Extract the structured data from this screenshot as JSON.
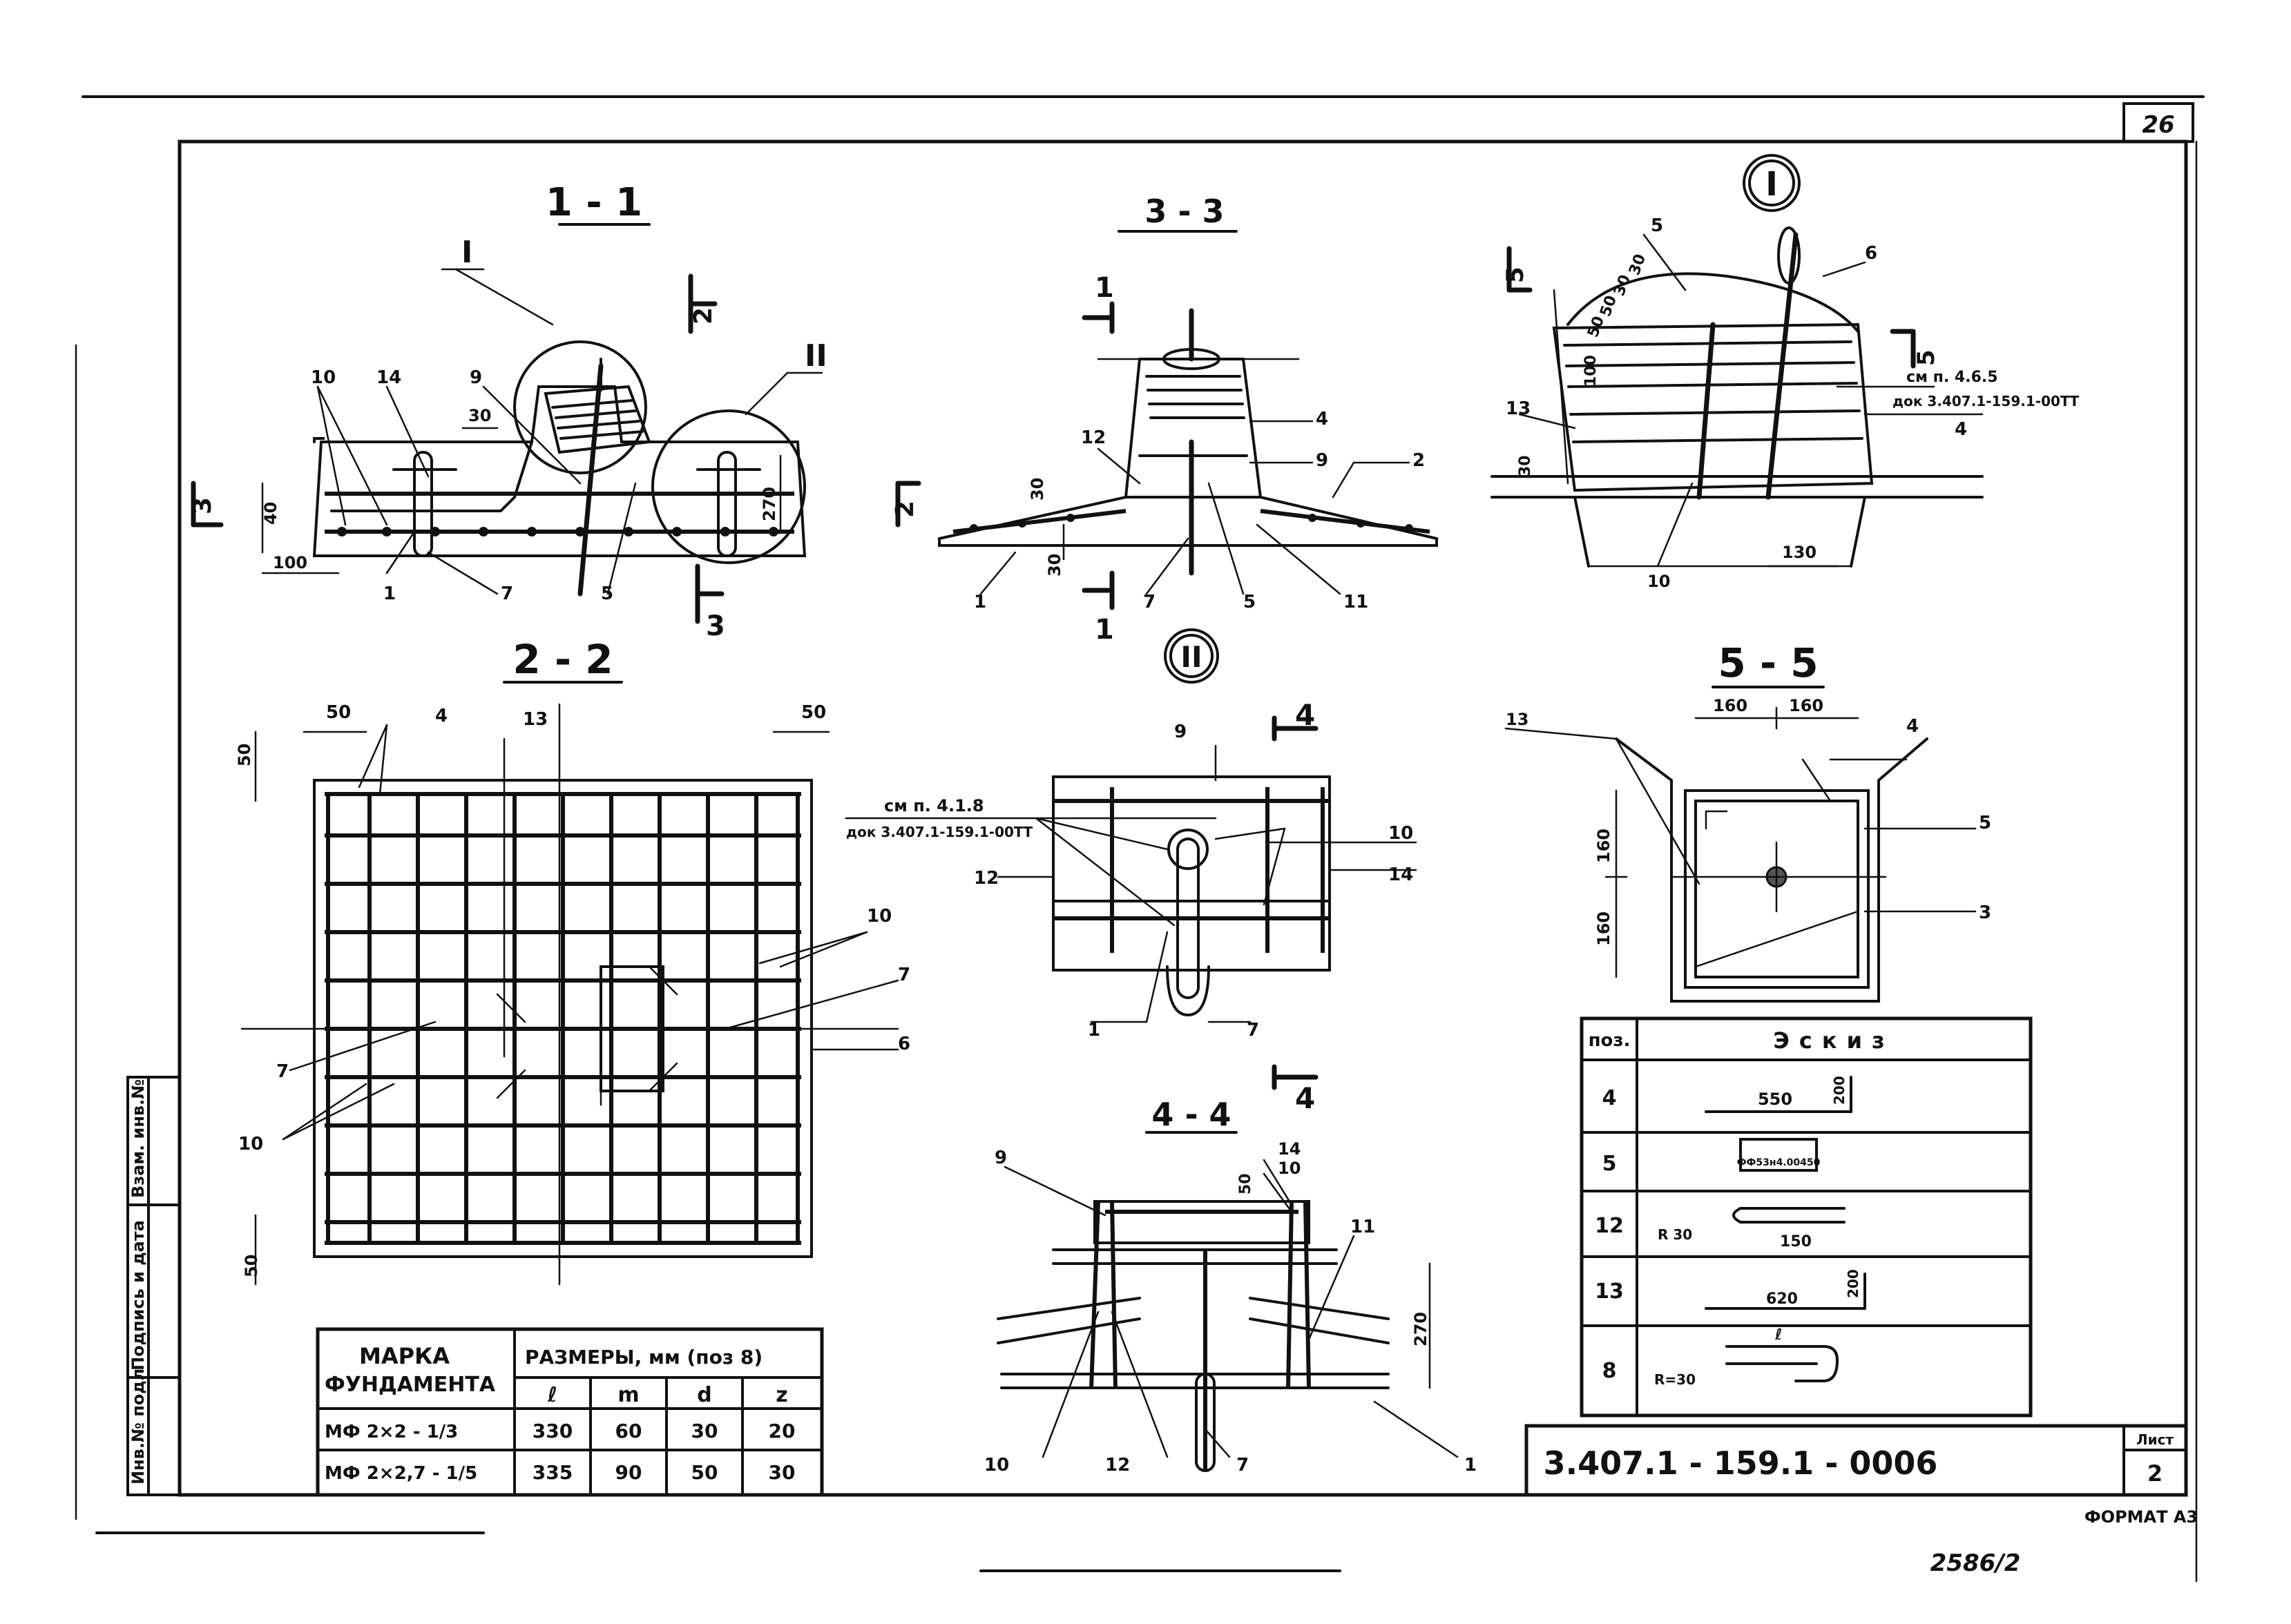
{
  "sheet": {
    "page_number": "26",
    "designation": "3.407.1 - 159.1 - 0006",
    "sheet_label": "Лист",
    "sheet_number": "2",
    "format": "ФОРМАТ А3",
    "inventory_note": "2586/2"
  },
  "side_stamp": [
    "Инв.№ подл",
    "Подпись и дата",
    "Взам. инв.№"
  ],
  "sections": {
    "s11": {
      "title": "1 - 1"
    },
    "s33": {
      "title": "3 - 3"
    },
    "s22": {
      "title": "2 - 2"
    },
    "s55": {
      "title": "5 - 5"
    },
    "s44": {
      "title": "4 - 4"
    },
    "node1": {
      "title": "I"
    },
    "node2": {
      "title": "II"
    }
  },
  "s11_labels": {
    "I": "I",
    "II": "II",
    "l10": "10",
    "l14": "14",
    "l9": "9",
    "d30": "30",
    "d270": "270",
    "d40": "40",
    "d100": "100",
    "l1": "1",
    "l7": "7",
    "l5": "5",
    "c2": "2",
    "c3": "3",
    "c3b": "3"
  },
  "s33_labels": {
    "c1": "1",
    "c1b": "1",
    "c2": "2",
    "l4": "4",
    "l9": "9",
    "l12": "12",
    "l2": "2",
    "d30": "30",
    "d30b": "30",
    "l1": "1",
    "l7": "7",
    "l5": "5",
    "l11": "11"
  },
  "node1_labels": {
    "l5": "5",
    "l6": "6",
    "d30": "30",
    "d50": "50",
    "d50b": "50",
    "d30b": "30",
    "d100": "100",
    "l13": "13",
    "ref1": "см п. 4.6.5",
    "ref2": "док 3.407.1-159.1-00ТТ",
    "l4": "4",
    "c5": "5",
    "c5b": "5",
    "d30c": "30",
    "l10": "10",
    "d130": "130"
  },
  "s22_labels": {
    "d50a": "50",
    "l4": "4",
    "l13": "13",
    "d50b": "50",
    "d50c": "50",
    "l10": "10",
    "l7": "7",
    "l6": "6",
    "l7b": "7",
    "l10b": "10",
    "d50d": "50"
  },
  "node2_labels": {
    "l9": "9",
    "ref1": "см п. 4.1.8",
    "ref2": "док 3.407.1-159.1-00ТТ",
    "l12": "12",
    "l10": "10",
    "l14": "14",
    "l1": "1",
    "l7": "7",
    "c4": "4",
    "c4b": "4"
  },
  "s44_labels": {
    "l9": "9",
    "l14": "14",
    "d50": "50",
    "l10": "10",
    "l11": "11",
    "d270": "270",
    "l10b": "10",
    "l12": "12",
    "l7": "7",
    "l1": "1"
  },
  "s55_labels": {
    "l13": "13",
    "d160a": "160",
    "d160b": "160",
    "l4": "4",
    "d160c": "160",
    "l5": "5",
    "d160d": "160",
    "l3": "3"
  },
  "size_table": {
    "header_mark_1": "МАРКА",
    "header_mark_2": "ФУНДАМЕНТА",
    "header_sizes": "РАЗМЕРЫ, мм (поз 8)",
    "columns": [
      "ℓ",
      "m",
      "d",
      "z"
    ],
    "rows": [
      {
        "mark": "МФ 2×2 - 1/3",
        "l": "330",
        "m": "60",
        "d": "30",
        "z": "20"
      },
      {
        "mark": "МФ 2×2,7 - 1/5",
        "l": "335",
        "m": "90",
        "d": "50",
        "z": "30"
      }
    ]
  },
  "sketch_table": {
    "header_pos": "поз.",
    "header_sketch": "Эскиз",
    "rows": [
      {
        "pos": "4",
        "dim1": "550",
        "dim2": "200"
      },
      {
        "pos": "5",
        "dim1": "ФФ53н4.00450",
        "dim2": ""
      },
      {
        "pos": "12",
        "dim1": "R 30",
        "dim2": "150"
      },
      {
        "pos": "13",
        "dim1": "620",
        "dim2": "200"
      },
      {
        "pos": "8",
        "dim1": "R=30",
        "dim2": "ℓ"
      }
    ]
  }
}
